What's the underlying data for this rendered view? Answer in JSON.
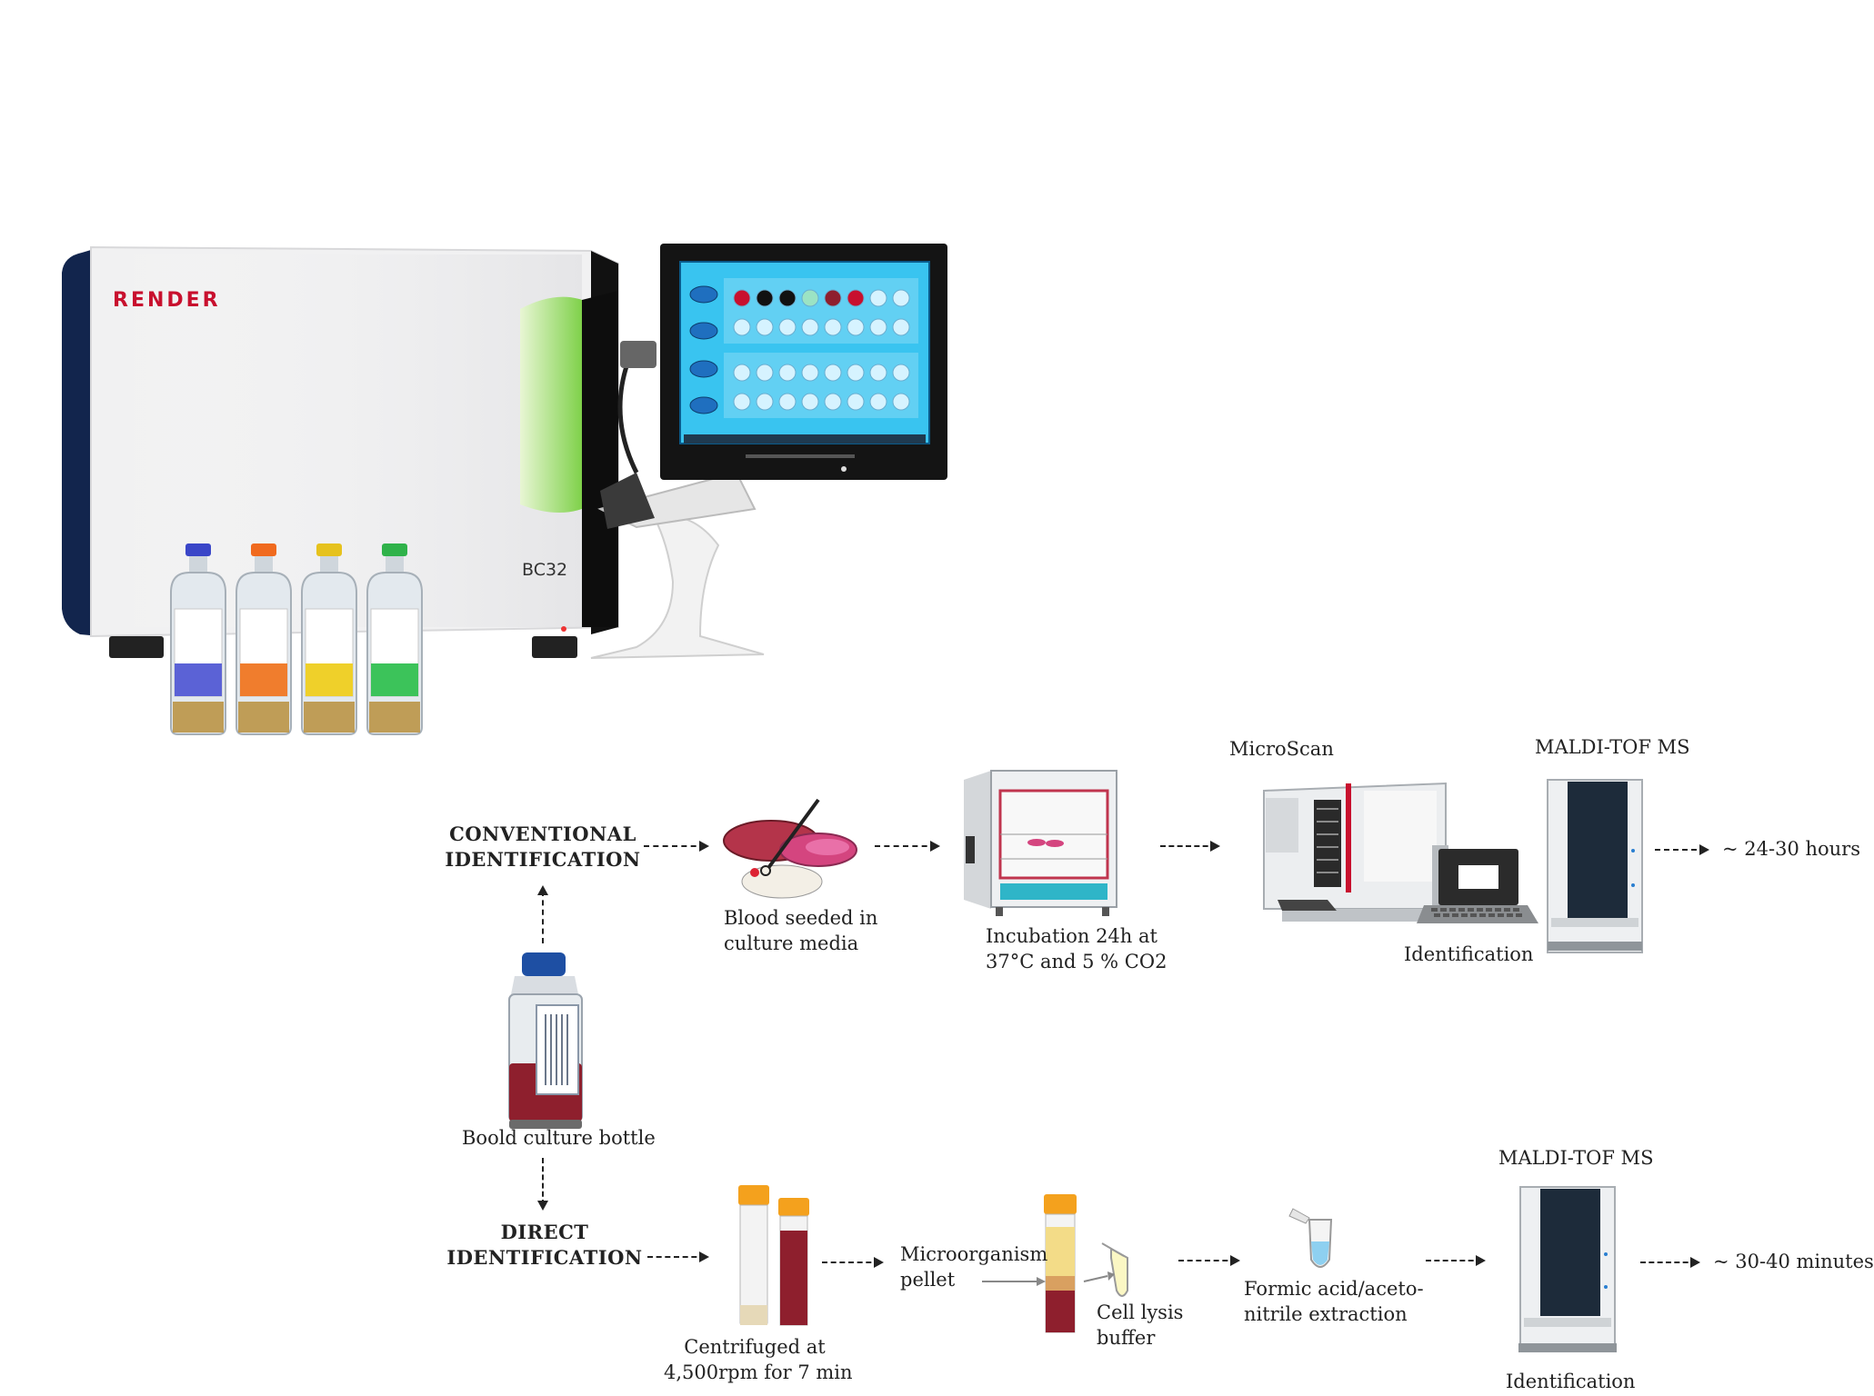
{
  "instrument": {
    "brand": "RENDER",
    "model": "BC32"
  },
  "start": {
    "bottle_label": "Boold culture bottle"
  },
  "conventional": {
    "heading_line1": "CONVENTIONAL",
    "heading_line2": "IDENTIFICATION",
    "step1_line1": "Blood seeded in",
    "step1_line2": "culture media",
    "step2_line1": "Incubation 24h at",
    "step2_line2": "37°C and 5 % CO2",
    "microscan_label": "MicroScan",
    "maldi_label": "MALDI-TOF MS",
    "identification_label": "Identification",
    "time_label": "~ 24-30 hours"
  },
  "direct": {
    "heading_line1": "DIRECT",
    "heading_line2": "IDENTIFICATION",
    "step1_line1": "Centrifuged at",
    "step1_line2": "4,500rpm for 7 min",
    "pellet_line1": "Microorganism",
    "pellet_line2": "pellet",
    "lysis_line1": "Cell lysis",
    "lysis_line2": "buffer",
    "extraction_line1": "Formic acid/aceto-",
    "extraction_line2": "nitrile extraction",
    "maldi_label": "MALDI-TOF MS",
    "identification_label": "Identification",
    "time_label": "~ 30-40 minutes"
  },
  "colors": {
    "brand_red": "#c8102e",
    "screen_blue": "#39c4f0",
    "instrument_navy": "#12254d",
    "blood_red": "#8e1f2d",
    "agar_pink": "#d4457f"
  }
}
